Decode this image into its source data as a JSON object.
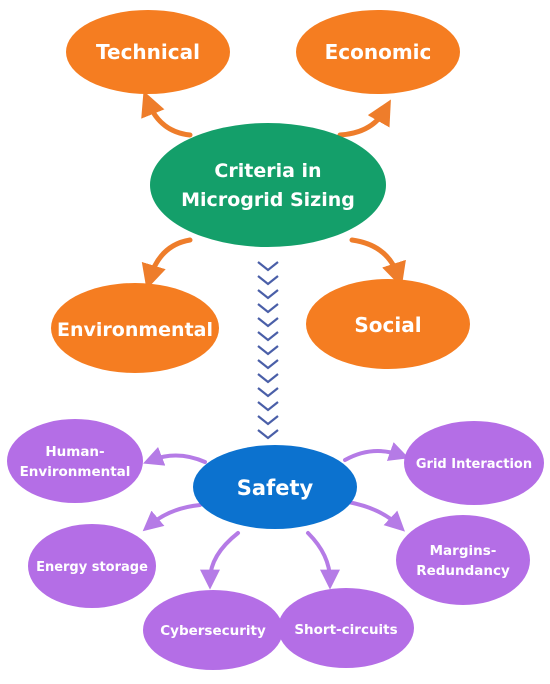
{
  "colors": {
    "orange": "#f57d21",
    "orange_arrow": "#ee7d2b",
    "green": "#149f6a",
    "blue": "#0c72cf",
    "purple": "#b46ee6",
    "purple_arrow": "#b57be6",
    "chevron": "#4a5fa8",
    "label": "#ffffff"
  },
  "center": {
    "line1": "Criteria in",
    "line2": "Microgrid Sizing"
  },
  "criteria": {
    "technical": "Technical",
    "economic": "Economic",
    "environmental": "Environmental",
    "social": "Social"
  },
  "safety": {
    "label": "Safety",
    "human_env_line1": "Human-",
    "human_env_line2": "Environmental",
    "grid_interaction": "Grid Interaction",
    "energy_storage": "Energy storage",
    "margins_line1": "Margins-",
    "margins_line2": "Redundancy",
    "cybersecurity": "Cybersecurity",
    "short_circuits": "Short-circuits"
  }
}
